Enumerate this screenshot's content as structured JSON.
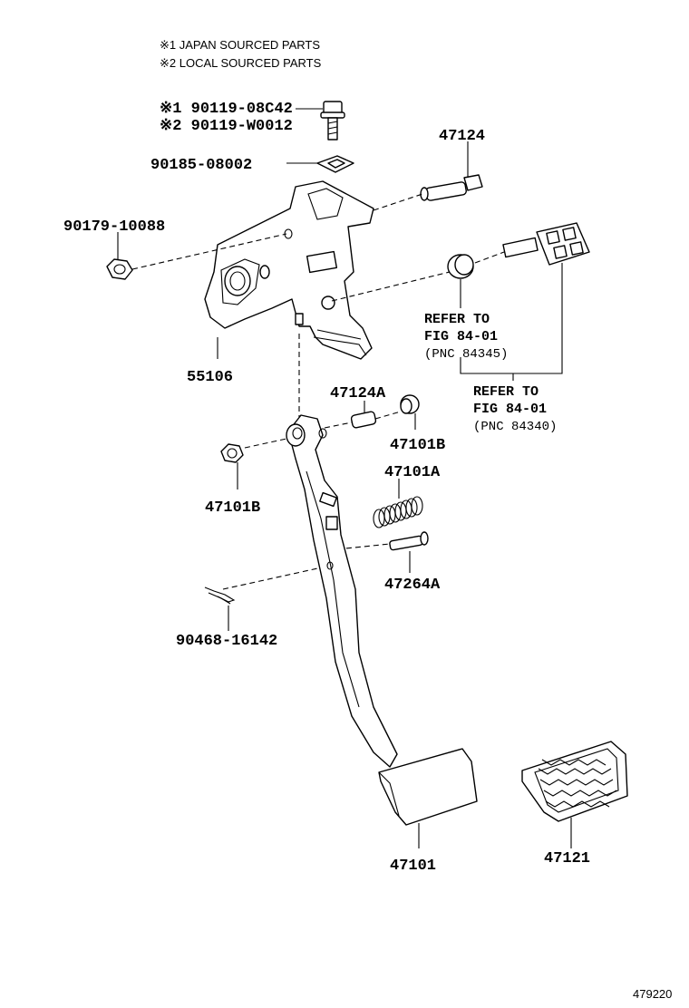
{
  "notes": [
    "※1 JAPAN SOURCED PARTS",
    "※2 LOCAL SOURCED PARTS"
  ],
  "parts": {
    "p90119_08c42": "※1 90119-08C42",
    "p90119_w0012": "※2 90119-W0012",
    "p90185": "90185-08002",
    "p47124": "47124",
    "p90179": "90179-10088",
    "p55106": "55106",
    "p47124a": "47124A",
    "p47101b_right": "47101B",
    "p47101b_left": "47101B",
    "p47101a": "47101A",
    "p47264a": "47264A",
    "p90468": "90468-16142",
    "p47101": "47101",
    "p47121": "47121"
  },
  "references": {
    "ref1": {
      "line1": "REFER TO",
      "line2": "FIG 84-01",
      "line3": "(PNC 84345)"
    },
    "ref2": {
      "line1": "REFER TO",
      "line2": "FIG 84-01",
      "line3": "(PNC 84340)"
    }
  },
  "figure_id": "479220"
}
